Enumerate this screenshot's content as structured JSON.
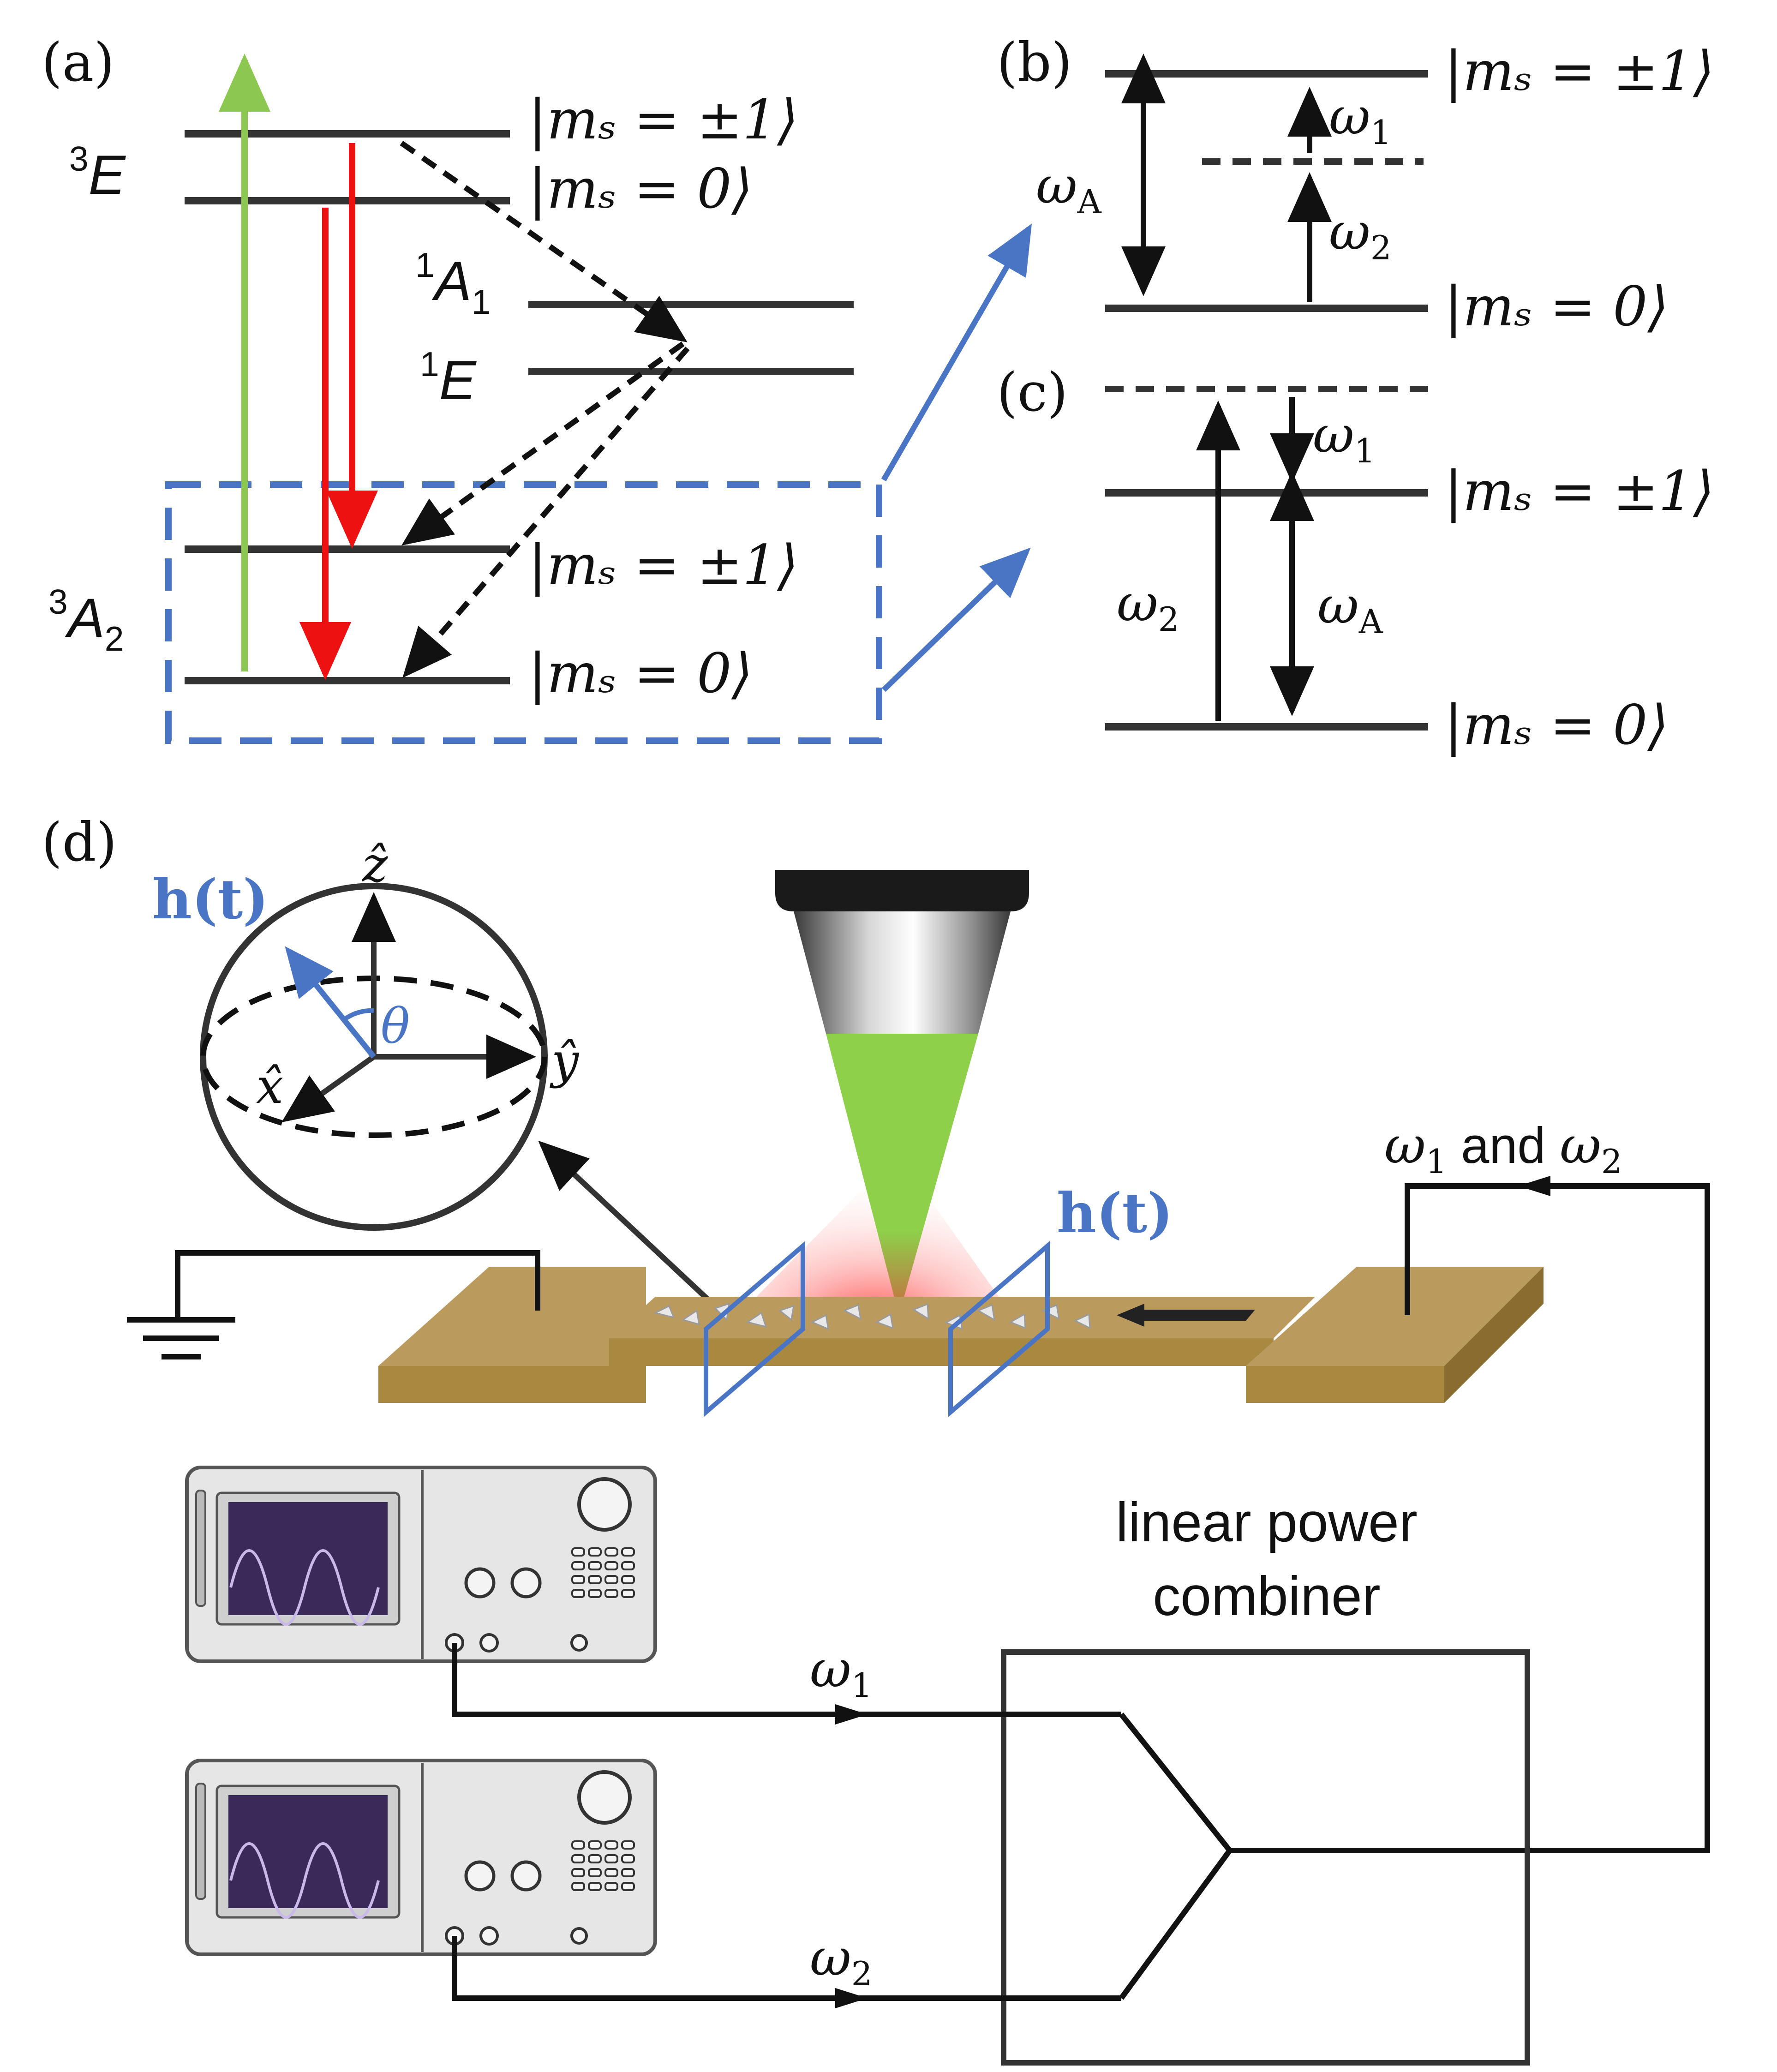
{
  "colors": {
    "level_line": "#333333",
    "green_pump": "#8cc850",
    "red_emission": "#ee1111",
    "blue_accent": "#4a74c4",
    "stripline": "#b8955a",
    "stripline_dark": "#9c7a40",
    "beam_green": "#8ed04a",
    "screen": "#3a2a5a",
    "generator_body": "#e6e6e6"
  },
  "panel_a": {
    "label": "(a)",
    "state_3E": "E",
    "state_3E_sup": "3",
    "state_1A1": "A",
    "state_1A1_sup": "1",
    "state_1A1_sub": "1",
    "state_1E": "E",
    "state_1E_sup": "1",
    "state_3A2": "A",
    "state_3A2_sup": "3",
    "state_3A2_sub": "2",
    "ket_pm1": "|mₛ = ±1⟩",
    "ket_0": "|mₛ = 0⟩"
  },
  "panel_b": {
    "label": "(b)",
    "ket_top": "|mₛ = ±1⟩",
    "ket_bottom": "|mₛ = 0⟩",
    "omega_A": "ω",
    "omega_A_sub": "A",
    "omega_1": "ω",
    "omega_1_sub": "1",
    "omega_2": "ω",
    "omega_2_sub": "2"
  },
  "panel_c": {
    "label": "(c)",
    "ket_mid": "|mₛ = ±1⟩",
    "ket_bottom": "|mₛ = 0⟩",
    "omega_1": "ω",
    "omega_1_sub": "1",
    "omega_2": "ω",
    "omega_2_sub": "2",
    "omega_A": "ω",
    "omega_A_sub": "A"
  },
  "panel_d": {
    "label": "(d)",
    "h_t_sphere": "h(t)",
    "h_t_strip": "h(t)",
    "axis_z": "ẑ",
    "axis_y": "ŷ",
    "axis_x": "x̂",
    "theta": "θ",
    "omega_pair_prefix": "ω",
    "omega_pair_sub1": "1",
    "omega_pair_and": " and ",
    "omega_pair_prefix2": "ω",
    "omega_pair_sub2": "2",
    "combiner_label_line1": "linear power",
    "combiner_label_line2": "combiner",
    "signal_1": "ω",
    "signal_1_sub": "1",
    "signal_2": "ω",
    "signal_2_sub": "2"
  }
}
